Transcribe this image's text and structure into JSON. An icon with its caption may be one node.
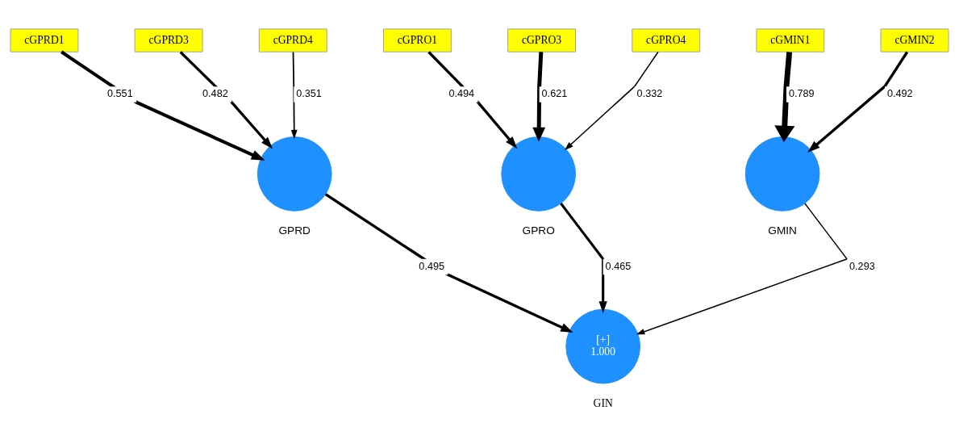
{
  "diagram": {
    "nodes": [
      {
        "text": [
          "cGPRD1"
        ]
      },
      {
        "text": [
          "cGPRD3"
        ]
      },
      {
        "text": [
          "cGPRD4"
        ]
      },
      {
        "text": [
          "cGPRO1"
        ]
      },
      {
        "text": [
          "cGPRO3"
        ]
      },
      {
        "text": [
          "cGPRO4"
        ]
      },
      {
        "text": [
          "cGMIN1"
        ]
      },
      {
        "text": [
          "cGMIN2"
        ]
      },
      {
        "text": [],
        "shape": "circle",
        "beside": [
          "GPRD"
        ]
      },
      {
        "text": [],
        "shape": "circle",
        "beside": [
          "GPRO"
        ]
      },
      {
        "text": [],
        "shape": "circle",
        "beside": [
          "GMIN"
        ]
      },
      {
        "text": [
          "[+]",
          "1.000"
        ],
        "beside": [
          "GIN"
        ]
      }
    ],
    "edges": [
      {
        "from": 0,
        "to": 8,
        "arrow": "to",
        "label": "0.551"
      },
      {
        "from": 1,
        "to": 8,
        "arrow": "to",
        "label": "0.482"
      },
      {
        "from": 2,
        "to": 8,
        "arrow": "to",
        "label": "0.351"
      },
      {
        "from": 3,
        "to": 9,
        "arrow": "to",
        "label": "0.494"
      },
      {
        "from": 4,
        "to": 9,
        "arrow": "to",
        "label": "0.621"
      },
      {
        "from": 5,
        "to": 9,
        "arrow": "to",
        "label": "0.332"
      },
      {
        "from": 6,
        "to": 10,
        "arrow": "to",
        "label": "0.789",
        "style": "thick"
      },
      {
        "from": 7,
        "to": 10,
        "arrow": "to",
        "label": "0.492"
      },
      {
        "from": 8,
        "to": 11,
        "arrow": "to",
        "label": "0.495"
      },
      {
        "from": 9,
        "to": 11,
        "arrow": "to",
        "label": "0.465"
      },
      {
        "from": 10,
        "to": 11,
        "arrow": "to",
        "label": "0.293"
      }
    ]
  }
}
